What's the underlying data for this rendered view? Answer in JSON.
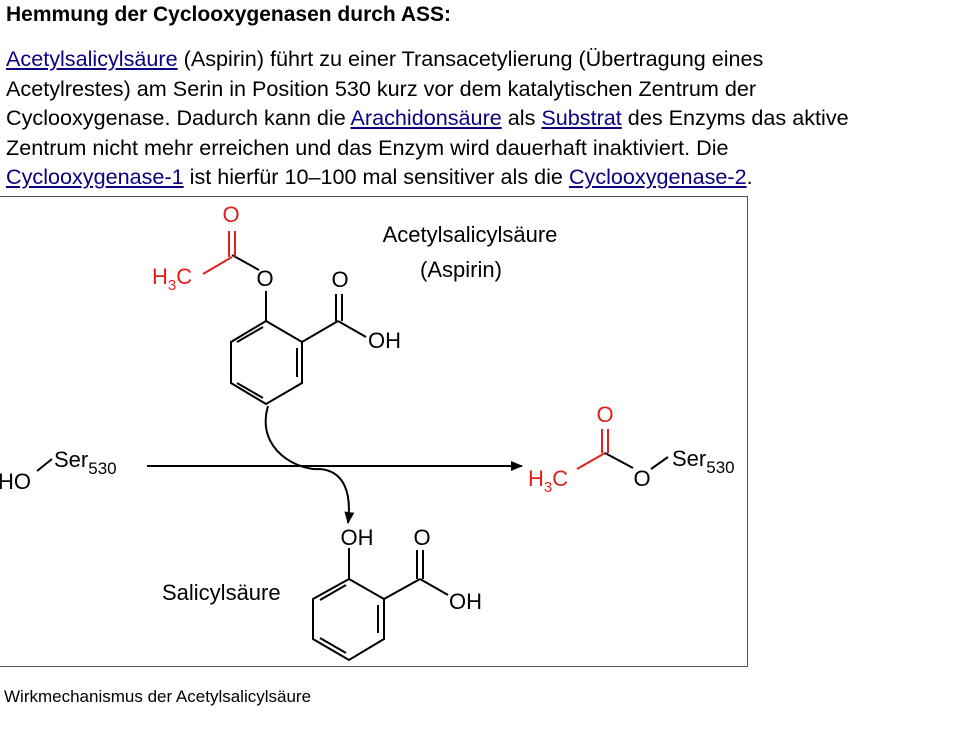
{
  "heading": "Hemmung der Cyclooxygenasen durch ASS:",
  "paragraph": {
    "link_1": "Acetylsalicylsäure",
    "text_1": " (Aspirin) führt zu einer Transacetylierung (Übertragung eines",
    "text_2": "Acetylrestes) am Serin in Position 530 kurz vor dem katalytischen Zentrum der",
    "text_3": "Cyclooxygenase. Dadurch kann die ",
    "link_2": "Arachidonsäure",
    "text_4": " als ",
    "link_3": "Substrat",
    "text_5": " des Enzyms das aktive",
    "text_6": "Zentrum nicht mehr erreichen und das Enzym wird dauerhaft inaktiviert. Die",
    "link_4": "Cyclooxygenase-1",
    "text_7": " ist hierfür 10–100 mal sensitiver als die ",
    "link_5": "Cyclooxygenase-2",
    "text_8": "."
  },
  "figure": {
    "aspirin_name": "Acetylsalicylsäure",
    "aspirin_alt_name": "(Aspirin)",
    "salicylic_name": "Salicylsäure",
    "atoms": {
      "oxygen": "O",
      "hydroxyl": "OH",
      "hydroxyl_left": "HO",
      "methyl_h": "H",
      "methyl_sub": "3",
      "methyl_c": "C",
      "serine": "Ser",
      "serine_position": "530"
    },
    "colors": {
      "acetyl": "#e0201b",
      "bond": "#000000",
      "link": "#0b0080"
    }
  },
  "caption": "Wirkmechanismus der Acetylsalicylsäure"
}
